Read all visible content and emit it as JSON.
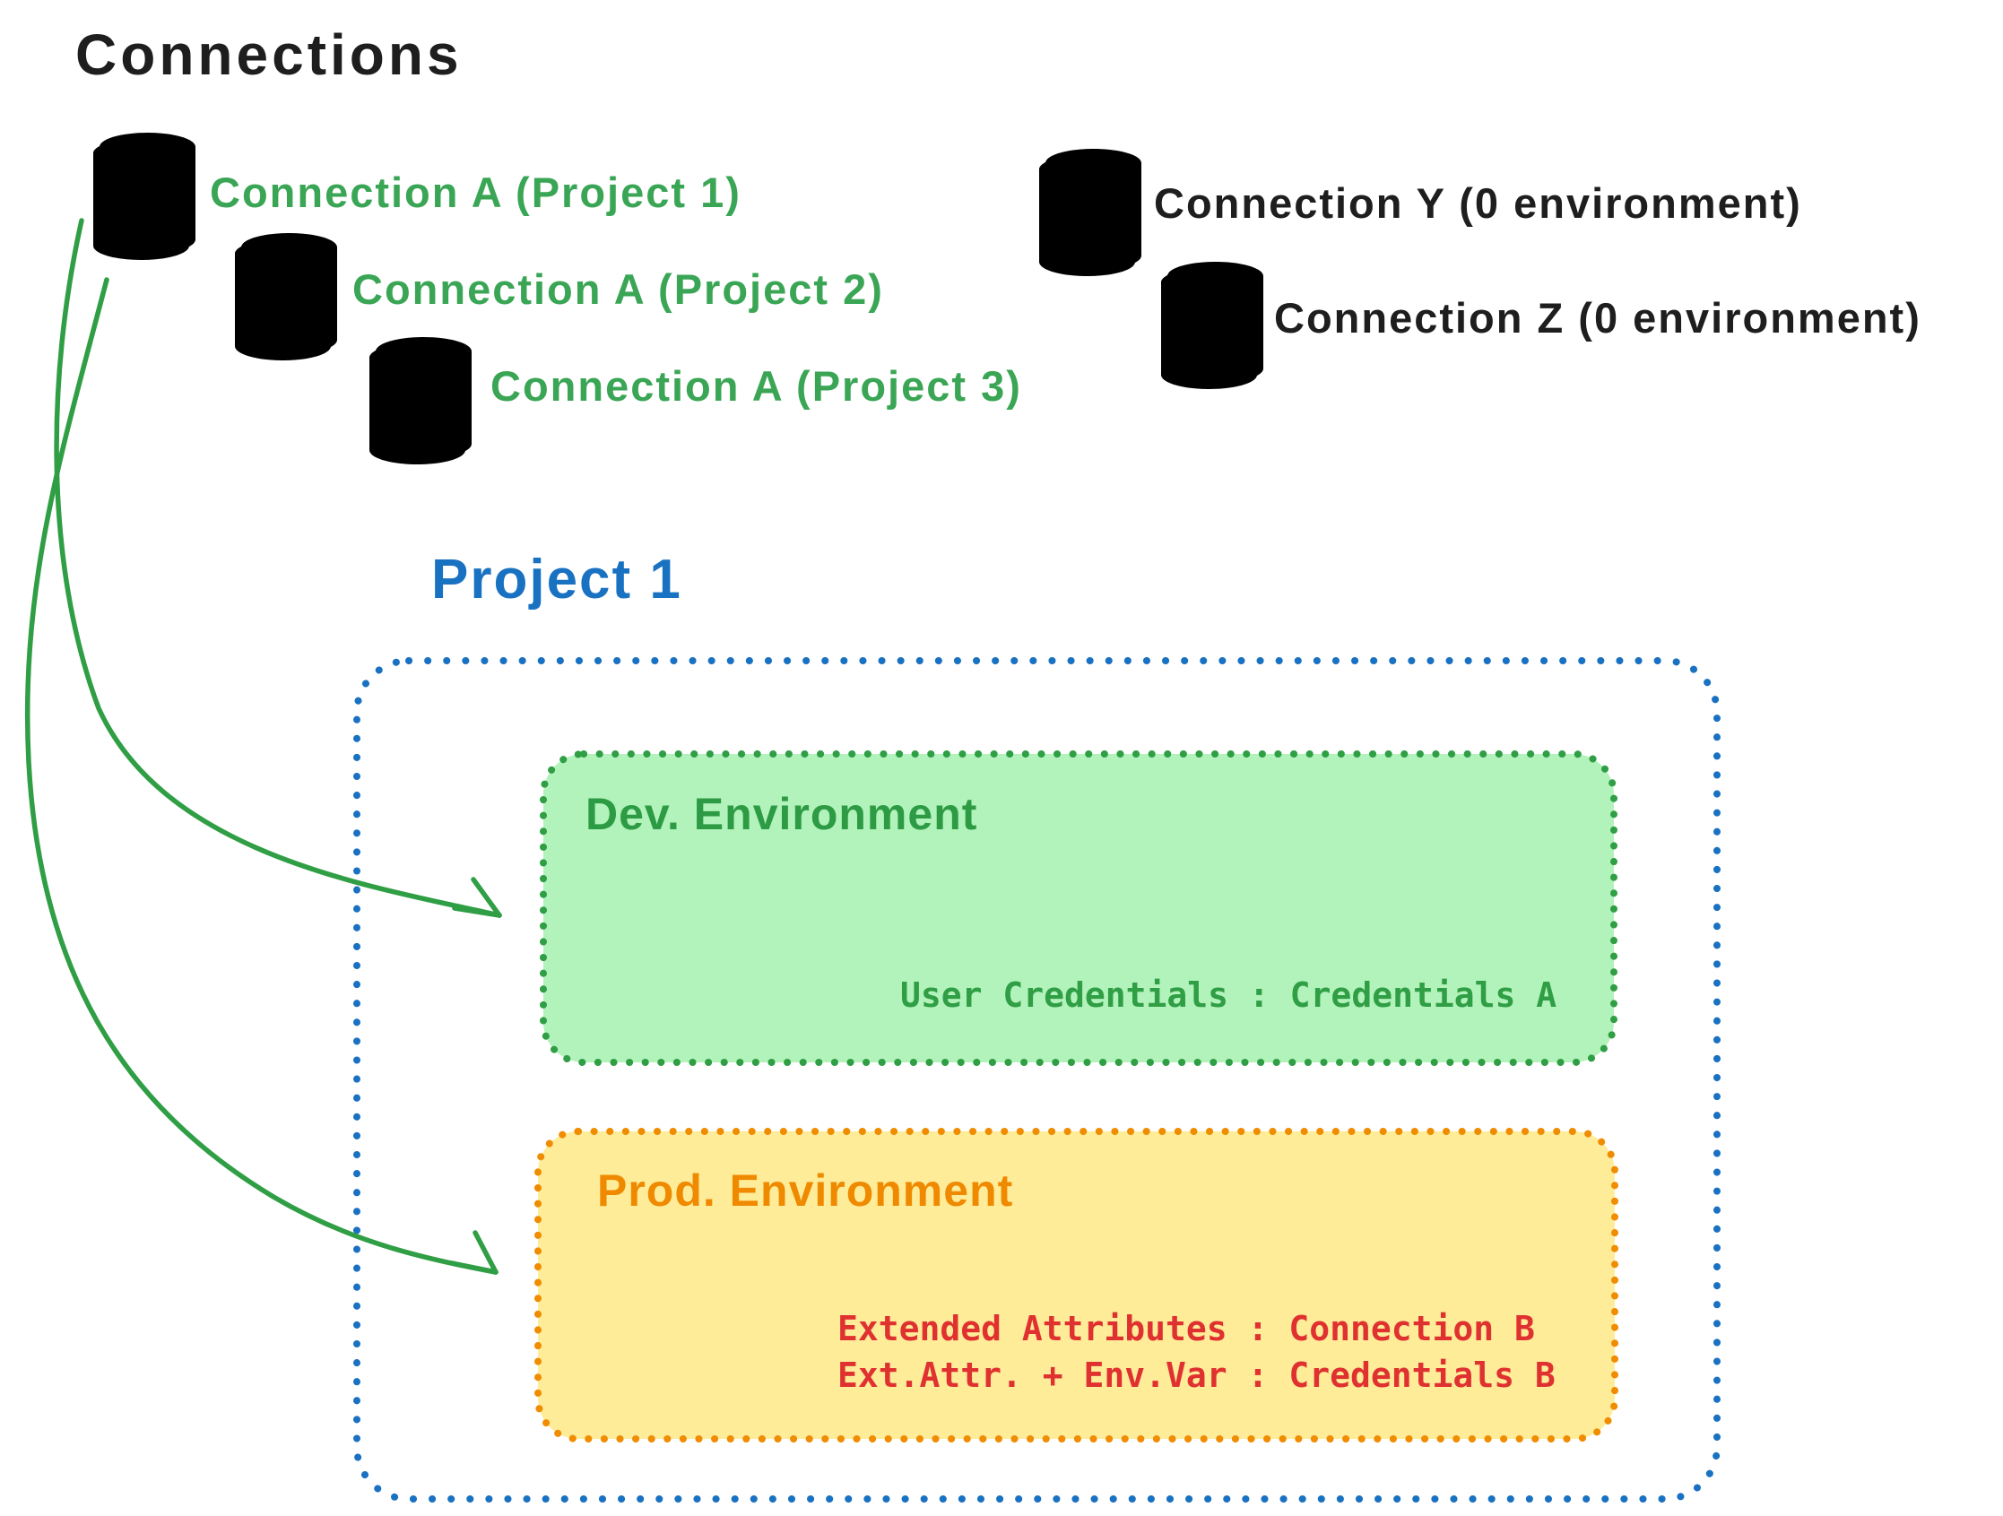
{
  "title": "Connections",
  "colors": {
    "green_stroke": "#2f9e44",
    "green_label": "#3aa655",
    "green_fill": "#b2f2bb",
    "gray_fill": "#d5dade",
    "black": "#1e1e1e",
    "blue": "#1971c2",
    "orange": "#f08c00",
    "yellow_fill": "#ffec99",
    "red": "#e03131"
  },
  "connections": {
    "green": [
      {
        "icon": "database-icon",
        "label": "Connection A (Project 1)"
      },
      {
        "icon": "database-icon",
        "label": "Connection A (Project 2)"
      },
      {
        "icon": "database-icon",
        "label": "Connection A (Project 3)"
      }
    ],
    "gray": [
      {
        "icon": "database-icon",
        "label": "Connection Y (0 environment)"
      },
      {
        "icon": "database-icon",
        "label": "Connection Z (0 environment)"
      }
    ]
  },
  "project": {
    "title": "Project 1",
    "environments": {
      "dev": {
        "title": "Dev. Environment",
        "credentials": "User Credentials : Credentials A"
      },
      "prod": {
        "title": "Prod. Environment",
        "lines": [
          "Extended Attributes : Connection B",
          "Ext.Attr. + Env.Var : Credentials B"
        ]
      }
    }
  }
}
